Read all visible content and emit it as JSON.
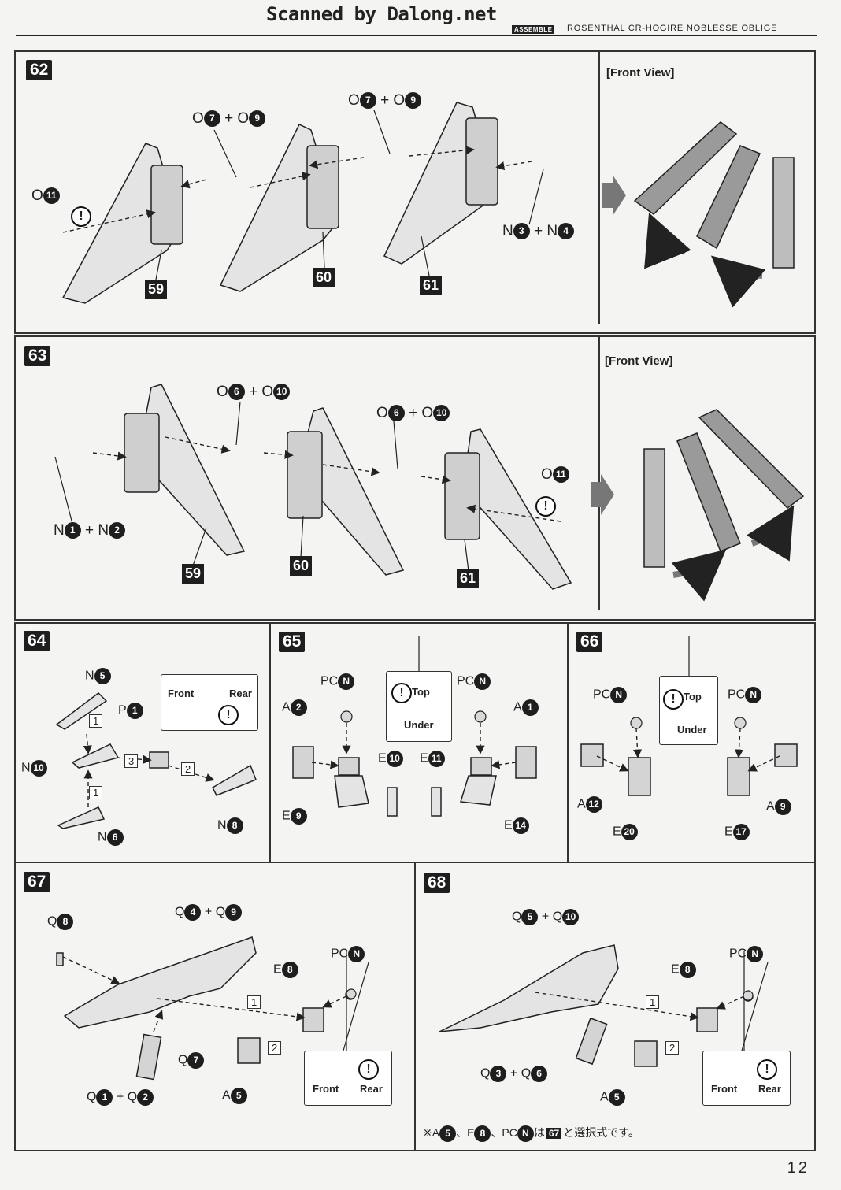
{
  "header": {
    "scan_credit": "Scanned by Dalong.net",
    "tag": "ASSEMBLE",
    "model_name": "ROSENTHAL CR-HOGIRE NOBLESSE OBLIGE"
  },
  "steps": {
    "s62": {
      "number": "62",
      "view_title": "[Front View]",
      "labels": {
        "o7_o9_a_prefix": "O",
        "o7_o9_a_n1": "7",
        "o7_o9_a_mid": "+ O",
        "o7_o9_a_n2": "9",
        "o7_o9_b_prefix": "O",
        "o7_o9_b_n1": "7",
        "o7_o9_b_mid": "+ O",
        "o7_o9_b_n2": "9",
        "o11_prefix": "O",
        "o11_n": "11",
        "n3_n4_prefix": "N",
        "n3_n4_n1": "3",
        "n3_n4_mid": "+ N",
        "n3_n4_n2": "4"
      },
      "parts": [
        "59",
        "60",
        "61"
      ]
    },
    "s63": {
      "number": "63",
      "view_title": "[Front View]",
      "labels": {
        "o6_o10_a_prefix": "O",
        "o6_o10_a_n1": "6",
        "o6_o10_a_mid": "+ O",
        "o6_o10_a_n2": "10",
        "o6_o10_b_prefix": "O",
        "o6_o10_b_n1": "6",
        "o6_o10_b_mid": "+ O",
        "o6_o10_b_n2": "10",
        "o11_prefix": "O",
        "o11_n": "11",
        "n1_n2_prefix": "N",
        "n1_n2_n1": "1",
        "n1_n2_mid": "+ N",
        "n1_n2_n2": "2"
      },
      "parts": [
        "59",
        "60",
        "61"
      ]
    },
    "s64": {
      "number": "64",
      "callout": {
        "front": "Front",
        "rear": "Rear"
      },
      "labels": {
        "n5_prefix": "N",
        "n5_n": "5",
        "p1_prefix": "P",
        "p1_n": "1",
        "n10_prefix": "N",
        "n10_n": "10",
        "n6_prefix": "N",
        "n6_n": "6",
        "n8_prefix": "N",
        "n8_n": "8"
      },
      "seq": [
        "1",
        "1",
        "2",
        "3"
      ]
    },
    "s65": {
      "number": "65",
      "callout": {
        "top": "Top",
        "under": "Under"
      },
      "labels": {
        "pcl_prefix": "PC",
        "pcl_n": "N",
        "pcr_prefix": "PC",
        "pcr_n": "N",
        "a2_prefix": "A",
        "a2_n": "2",
        "a1_prefix": "A",
        "a1_n": "1",
        "e10_prefix": "E",
        "e10_n": "10",
        "e11_prefix": "E",
        "e11_n": "11",
        "e9_prefix": "E",
        "e9_n": "9",
        "e14_prefix": "E",
        "e14_n": "14"
      }
    },
    "s66": {
      "number": "66",
      "callout": {
        "top": "Top",
        "under": "Under"
      },
      "labels": {
        "pcl_prefix": "PC",
        "pcl_n": "N",
        "pcr_prefix": "PC",
        "pcr_n": "N",
        "a12_prefix": "A",
        "a12_n": "12",
        "a9_prefix": "A",
        "a9_n": "9",
        "e20_prefix": "E",
        "e20_n": "20",
        "e17_prefix": "E",
        "e17_n": "17"
      }
    },
    "s67": {
      "number": "67",
      "callout": {
        "front": "Front",
        "rear": "Rear"
      },
      "labels": {
        "q8_prefix": "Q",
        "q8_n": "8",
        "q4_q9_prefix": "Q",
        "q4_q9_n1": "4",
        "q4_q9_mid": "+ Q",
        "q4_q9_n2": "9",
        "e8_prefix": "E",
        "e8_n": "8",
        "pc_prefix": "PC",
        "pc_n": "N",
        "q7_prefix": "Q",
        "q7_n": "7",
        "q1_q2_prefix": "Q",
        "q1_q2_n1": "1",
        "q1_q2_mid": "+ Q",
        "q1_q2_n2": "2",
        "a5_prefix": "A",
        "a5_n": "5"
      },
      "seq": [
        "1",
        "2"
      ]
    },
    "s68": {
      "number": "68",
      "callout": {
        "front": "Front",
        "rear": "Rear"
      },
      "labels": {
        "q5_q10_prefix": "Q",
        "q5_q10_n1": "5",
        "q5_q10_mid": "+ Q",
        "q5_q10_n2": "10",
        "e8_prefix": "E",
        "e8_n": "8",
        "pc_prefix": "PC",
        "pc_n": "N",
        "q3_q6_prefix": "Q",
        "q3_q6_n1": "3",
        "q3_q6_mid": "+ Q",
        "q3_q6_n2": "6",
        "a5_prefix": "A",
        "a5_n": "5"
      },
      "seq": [
        "1",
        "2"
      ],
      "note": {
        "mark": "※",
        "a": "A",
        "a_n": "5",
        "sep1": "、E",
        "e_n": "8",
        "sep2": "、PC",
        "pc_n": "N",
        "wa": "は",
        "ref": "67",
        "tail": "と選択式です。"
      }
    }
  },
  "footer": {
    "page": "12"
  }
}
